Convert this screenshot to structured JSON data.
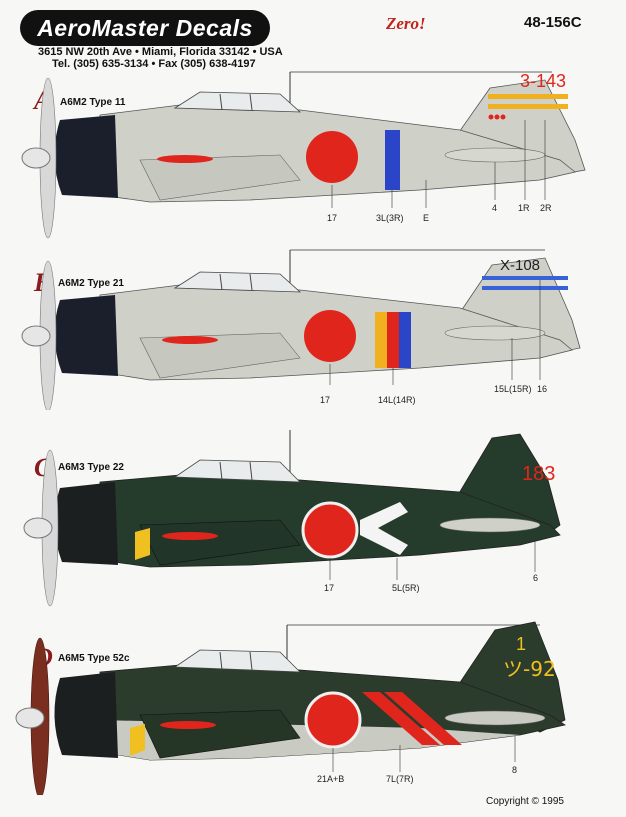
{
  "header": {
    "logo": "AeroMaster Decals",
    "address_line1": "3615 NW 20th Ave • Miami, Florida 33142 • USA",
    "address_line2": "Tel. (305) 635-3134 • Fax (305) 638-4197",
    "title": "Zero!",
    "sheet_code": "48-156C"
  },
  "profiles": [
    {
      "letter": "A",
      "type": "A6M2 Type 11",
      "tail_code": "3-143",
      "colors": {
        "fuselage": "#cfd0c8",
        "cowling": "#1b1f2b",
        "prop": "#d8d8d8",
        "hinomaru": "#e0261c",
        "tail_text": "#e0261c"
      },
      "callouts": [
        "17",
        "3L(3R)",
        "E",
        "4",
        "1R",
        "2R"
      ]
    },
    {
      "letter": "B",
      "type": "A6M2 Type 21",
      "tail_code": "X-108",
      "colors": {
        "fuselage": "#cfd0c8",
        "cowling": "#1b1f2b",
        "prop": "#d8d8d8",
        "hinomaru": "#e0261c",
        "tail_text": "#222222"
      },
      "callouts": [
        "17",
        "14L(14R)",
        "15L(15R)",
        "16"
      ]
    },
    {
      "letter": "C",
      "type": "A6M3 Type 22",
      "tail_code": "183",
      "colors": {
        "fuselage": "#253b2c",
        "cowling": "#1b1f1f",
        "prop": "#d8d8d8",
        "hinomaru": "#e0261c",
        "tail_text": "#e0261c"
      },
      "callouts": [
        "17",
        "5L(5R)",
        "6"
      ]
    },
    {
      "letter": "D",
      "type": "A6M5 Type 52c",
      "tail_code": "ツ-92",
      "tail_code_top": "1",
      "colors": {
        "fuselage": "#2b3b2c",
        "cowling": "#1b1f1f",
        "prop": "#7a2e20",
        "hinomaru": "#e0261c",
        "tail_text": "#f0c020"
      },
      "callouts": [
        "21A+B",
        "7L(7R)",
        "8"
      ]
    }
  ],
  "footer": {
    "copyright": "Copyright © 1995"
  }
}
